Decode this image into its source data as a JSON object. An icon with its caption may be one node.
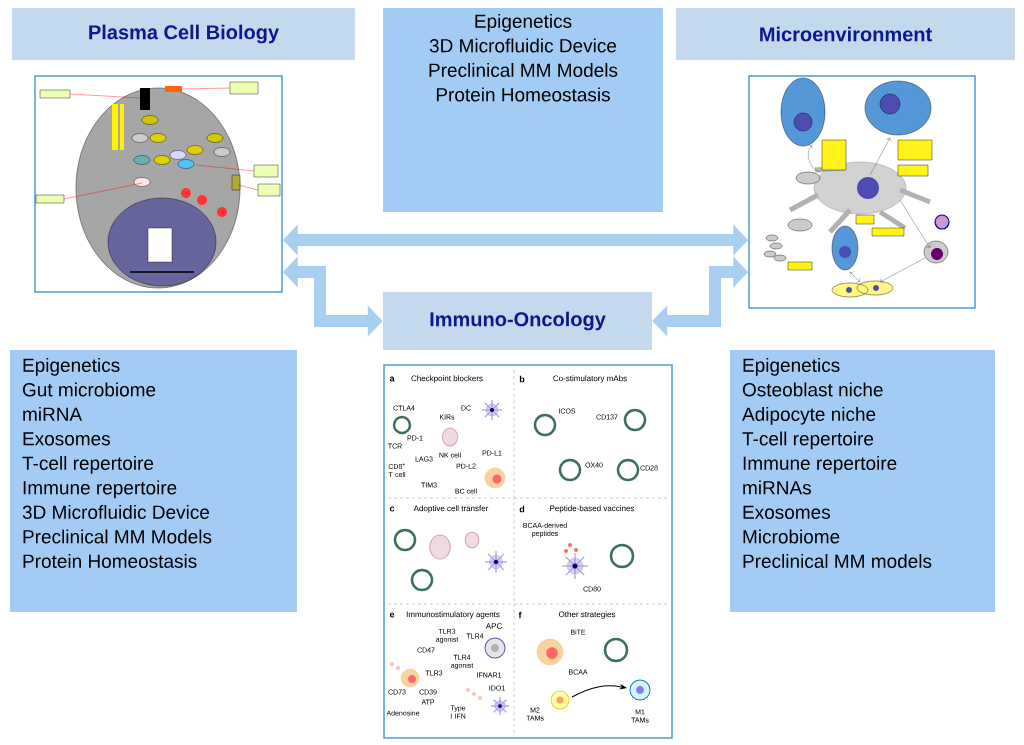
{
  "diagram": {
    "nodes": [
      {
        "text": [
          "Plasma Cell Biology"
        ]
      },
      {
        "text": [
          "Epigenetics",
          "3D Microfluidic Device",
          "Preclinical MM Models",
          "Protein Homeostasis"
        ]
      },
      {
        "text": [
          "Microenvironment"
        ]
      },
      {
        "text": [],
        "shape": "picture"
      },
      {
        "text": [],
        "shape": "picture"
      },
      {
        "text": [
          "Immuno-Oncology"
        ]
      },
      {
        "text": [
          "Epigenetics",
          "Gut microbiome",
          "miRNA",
          "Exosomes",
          "T-cell repertoire",
          "Immune repertoire",
          "3D Microfluidic Device",
          "Preclinical MM Models",
          "Protein Homeostasis"
        ]
      },
      {
        "text": [],
        "shape": "picture"
      },
      {
        "text": [
          "Epigenetics",
          "Osteoblast niche",
          "Adipocyte niche",
          "T-cell repertoire",
          "Immune repertoire",
          "miRNAs",
          "Exosomes",
          "Microbiome",
          "Preclinical MM models"
        ]
      }
    ],
    "edges": [
      {
        "from": 3,
        "to": 4,
        "arrow": "both"
      },
      {
        "from": 3,
        "to": 5,
        "arrow": "both"
      },
      {
        "from": 5,
        "to": 4,
        "arrow": "both"
      }
    ],
    "labels": [
      "a",
      "Checkpoint blockers",
      "b",
      "Co-stimulatory mAbs",
      "CTLA4",
      "DC",
      "KIRs",
      "CD137",
      "ICOS",
      "PD-1",
      "TCR",
      "NK cell",
      "PD-L1",
      "LAG3",
      "PD-L2",
      "CD8$^{+}$ T cell",
      "TIM3",
      "BC cell",
      "OX40",
      "CD28",
      "c",
      "Adoptive cell transfer",
      "d",
      "Peptide-based vaccines",
      "BCAA-derived peptides",
      "CD80",
      "e",
      "Immunostimulatory agents",
      "f",
      "Other strategies",
      "APC",
      "TLR3 agonist",
      "TLR4",
      "BiTE",
      "CD47",
      "TLR4 agonist",
      "TLR3",
      "IFNAR1",
      "BCAA",
      "IDO1",
      "CD73",
      "CD39",
      "ATP",
      "Adenosine",
      "Type I IFN",
      "M2 TAMs",
      "M1 TAMs"
    ]
  }
}
